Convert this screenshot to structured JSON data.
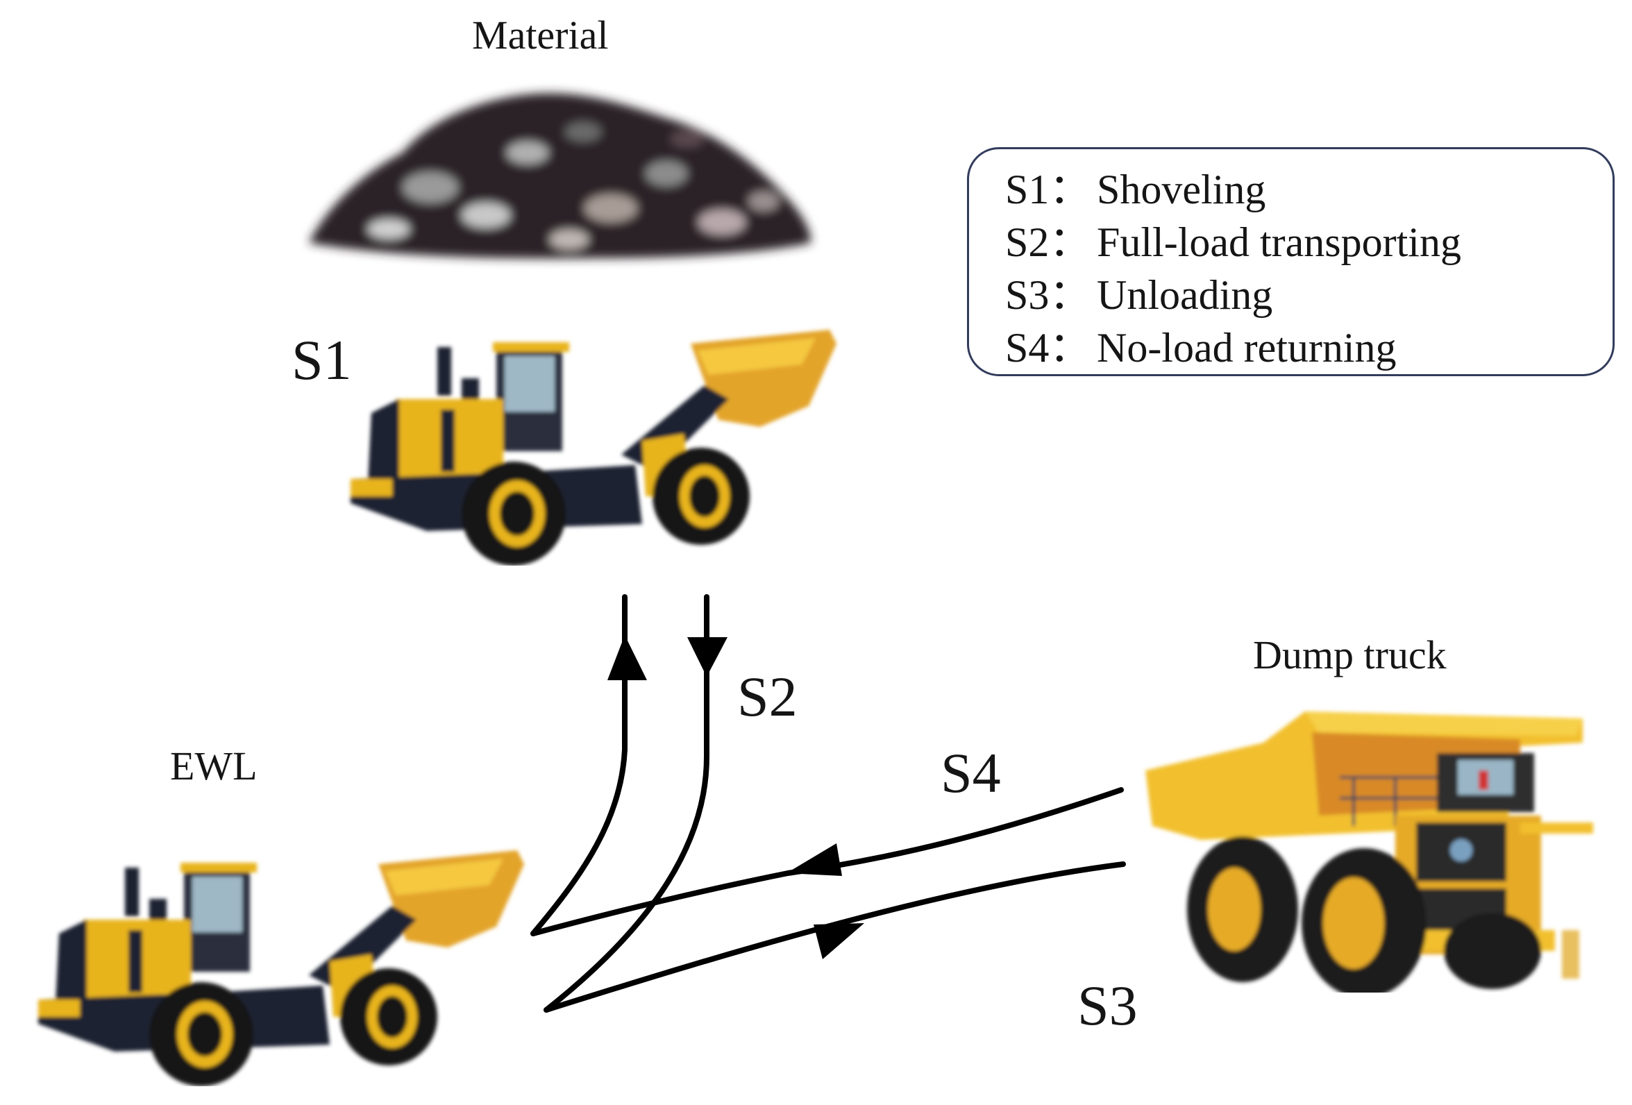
{
  "labels": {
    "material": "Material",
    "ewl": "EWL",
    "dump_truck": "Dump truck",
    "s1": "S1",
    "s2": "S2",
    "s3": "S3",
    "s4": "S4"
  },
  "legend": {
    "items": [
      {
        "key": "S1：",
        "text": "Shoveling"
      },
      {
        "key": "S2：",
        "text": "Full-load transporting"
      },
      {
        "key": "S3：",
        "text": "Unloading"
      },
      {
        "key": "S4：",
        "text": "No-load returning"
      }
    ]
  },
  "colors": {
    "loader_yellow": "#e8b41c",
    "loader_dark": "#1e2030",
    "truck_yellow": "#f2c02e",
    "truck_ochre": "#d99a20",
    "legend_border": "#323c5c",
    "arrow": "#000000"
  }
}
